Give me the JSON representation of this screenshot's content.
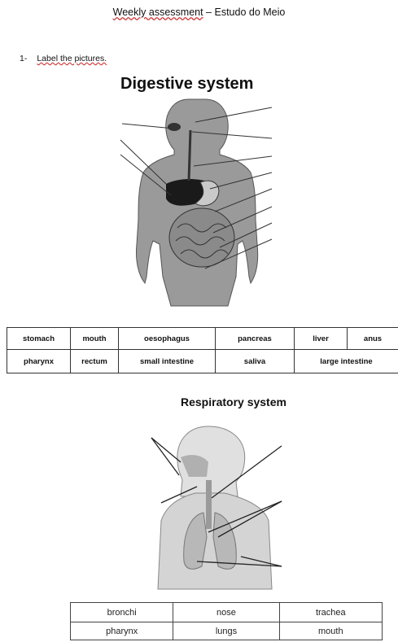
{
  "header": {
    "title_underlined": "Weekly assessment",
    "title_rest": " – Estudo do Meio"
  },
  "question": {
    "number": "1-",
    "text": "Label the pictures."
  },
  "digestive": {
    "title": "Digestive system",
    "rows": [
      [
        "stomach",
        "mouth",
        "oesophagus",
        "pancreas",
        "liver",
        "anus"
      ],
      [
        "pharynx",
        "rectum",
        "small intestine",
        "saliva",
        "large intestine"
      ]
    ]
  },
  "respiratory": {
    "title": "Respiratory system",
    "rows": [
      [
        "bronchi",
        "nose",
        "trachea"
      ],
      [
        "pharynx",
        "lungs",
        "mouth"
      ]
    ]
  }
}
